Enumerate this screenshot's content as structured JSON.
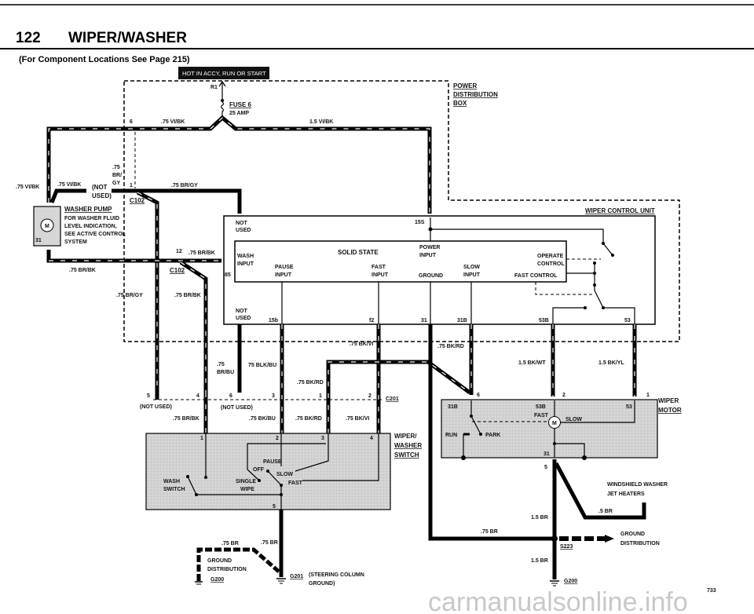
{
  "header": {
    "number": "122",
    "title": "WIPER/WASHER",
    "subtitle": "(For Component Locations See Page 215)"
  },
  "hot_badge": "HOT IN ACCY, RUN OR START",
  "power_box": {
    "label": [
      "POWER",
      "DISTRIBUTION",
      "BOX"
    ],
    "r1": "R1",
    "fuse": "FUSE 6",
    "fuse_rating": "25 AMP",
    "pin6": "6",
    "pin1": "1",
    "pin12": "12",
    "c102_a": "C102",
    "c102_b": "C102",
    "wire_top_left": ".75 VI/BK",
    "wire_top_right": "1.5 VI/BK",
    "wire_brgy": ".75 BR/GY",
    "wire_brbk": ".75 BR/BK",
    "wire_brgy_down": ".75 BR/GY",
    "wire_brbk_down": ".75 BR/BK",
    "wire_side": [
      ".75",
      "BR/",
      "GY"
    ]
  },
  "washer_pump": {
    "title": "WASHER PUMP",
    "notes": [
      "FOR WASHER FLUID",
      "LEVEL INDICATION,",
      "SEE ACTIVE CONTROL",
      "SYSTEM"
    ],
    "motor": "M",
    "pin31": "31",
    "wire_left": ".75 VI/BK",
    "wire_stub": ".75 VI/BK",
    "not_used": [
      "(NOT",
      "USED)"
    ],
    "wire_bottom": ".75 BR/BK"
  },
  "wiper_control_unit": {
    "title": "WIPER CONTROL UNIT",
    "not_used_top": [
      "NOT",
      "USED"
    ],
    "not_used_bottom": [
      "NOT",
      "USED"
    ],
    "solid_state": "SOLID STATE",
    "wash_input": [
      "WASH",
      "INPUT"
    ],
    "pause_input": [
      "PAUSE",
      "INPUT"
    ],
    "fast_input": [
      "FAST",
      "INPUT"
    ],
    "power_input": [
      "POWER",
      "INPUT"
    ],
    "ground": "GROUND",
    "slow_input": [
      "SLOW",
      "INPUT"
    ],
    "operate_control": [
      "OPERATE",
      "CONTROL"
    ],
    "fast_control": "FAST CONTROL",
    "pins": {
      "p15s": "15S",
      "p85": "85",
      "p15b": "15b",
      "pf2": "f2",
      "p31": "31",
      "p31b": "31B",
      "p53b": "53B",
      "p53": "53"
    }
  },
  "mid_wires": {
    "bkvi": ".75 BK/VI",
    "bkrd": ".75 BK/RD",
    "brbu": [
      ".75",
      "BR/BU"
    ],
    "blkbu": "75 BLK/BU",
    "bkrd2": ".75 BK/RD",
    "bkwt": "1.5 BK/WT",
    "bkyl": "1.5 BK/YL"
  },
  "c201": {
    "label": "C201",
    "pins": [
      "5",
      "4",
      "6",
      "3",
      "1",
      "2"
    ],
    "not_used_a": "(NOT USED)",
    "not_used_b": "(NOT USED)",
    "below": [
      ".75 BR/BK",
      ".75 BK/BU",
      ".75 BK/RD",
      ".75 BK/VI"
    ]
  },
  "wiper_washer_switch": {
    "label": [
      "WIPER/",
      "WASHER",
      "SWITCH"
    ],
    "pins": [
      "1",
      "2",
      "3",
      "4",
      "5"
    ],
    "pause": "PAUSE",
    "off": "OFF",
    "slow": "SLOW",
    "fast": "FAST",
    "single_wipe": [
      "SINGLE",
      "WIPE"
    ],
    "wash_switch": [
      "WASH",
      "SWITCH"
    ]
  },
  "ground_left": {
    "wire_a": ".75 BR",
    "wire_b": ".75 BR",
    "distribution": [
      "GROUND",
      "DISTRIBUTION"
    ],
    "g200": "G200",
    "g201": "G201",
    "steering": [
      "(STEERING COLUMN",
      "GROUND)"
    ]
  },
  "wiper_motor": {
    "label": [
      "WIPER",
      "MOTOR"
    ],
    "pins": {
      "p6": "6",
      "p2": "2",
      "p1": "1",
      "p5": "5",
      "p31b": "31B",
      "p53b": "53B",
      "p53": "53",
      "p31": "31"
    },
    "fast": "FAST",
    "slow": "SLOW",
    "motor": "M",
    "run": "RUN",
    "park": "PARK"
  },
  "ground_right": {
    "jet_heaters": [
      "WINDSHIELD WASHER",
      "JET HEATERS"
    ],
    "wire_jet": ".5 BR",
    "wire_15a": "1.5 BR",
    "wire_075": ".75 BR",
    "wire_15b": "1.5 BR",
    "s223": "S223",
    "g200": "G200",
    "distribution": [
      "GROUND",
      "DISTRIBUTION"
    ]
  },
  "page_number": "733",
  "watermark": "carmanualsonline.info"
}
